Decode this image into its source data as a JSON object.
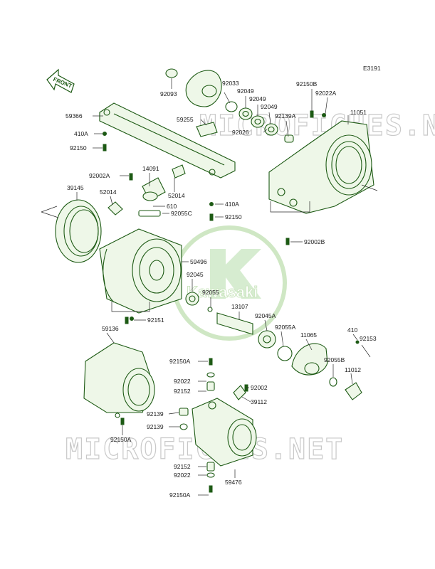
{
  "diagram": {
    "code": "E3191",
    "front_label": "FRONT",
    "watermark_text": "MICROFICHES.NET",
    "logo_text": "Kawasaki",
    "parts": [
      {
        "id": "92093",
        "text": "92093"
      },
      {
        "id": "92033",
        "text": "92033"
      },
      {
        "id": "92049a",
        "text": "92049"
      },
      {
        "id": "92049b",
        "text": "92049"
      },
      {
        "id": "92049c",
        "text": "92049"
      },
      {
        "id": "92150B",
        "text": "92150B"
      },
      {
        "id": "92022A",
        "text": "92022A"
      },
      {
        "id": "59366",
        "text": "59366"
      },
      {
        "id": "59255",
        "text": "59255"
      },
      {
        "id": "92026",
        "text": "92026"
      },
      {
        "id": "92139A",
        "text": "92139A"
      },
      {
        "id": "11051",
        "text": "11051"
      },
      {
        "id": "410A_top",
        "text": "410A"
      },
      {
        "id": "92150_top",
        "text": "92150"
      },
      {
        "id": "92002A",
        "text": "92002A"
      },
      {
        "id": "14091",
        "text": "14091"
      },
      {
        "id": "39145",
        "text": "39145"
      },
      {
        "id": "52014a",
        "text": "52014"
      },
      {
        "id": "52014b",
        "text": "52014"
      },
      {
        "id": "610",
        "text": "610"
      },
      {
        "id": "92055C",
        "text": "92055C"
      },
      {
        "id": "410A_mid",
        "text": "410A"
      },
      {
        "id": "92150_mid",
        "text": "92150"
      },
      {
        "id": "92002B",
        "text": "92002B"
      },
      {
        "id": "59496",
        "text": "59496"
      },
      {
        "id": "92045",
        "text": "92045"
      },
      {
        "id": "92055",
        "text": "92055"
      },
      {
        "id": "13107",
        "text": "13107"
      },
      {
        "id": "92045A",
        "text": "92045A"
      },
      {
        "id": "92151",
        "text": "92151"
      },
      {
        "id": "59136",
        "text": "59136"
      },
      {
        "id": "92055A",
        "text": "92055A"
      },
      {
        "id": "11065",
        "text": "11065"
      },
      {
        "id": "410",
        "text": "410"
      },
      {
        "id": "92153",
        "text": "92153"
      },
      {
        "id": "92055B",
        "text": "92055B"
      },
      {
        "id": "11012",
        "text": "11012"
      },
      {
        "id": "92150A_a",
        "text": "92150A"
      },
      {
        "id": "92022_a",
        "text": "92022"
      },
      {
        "id": "92002",
        "text": "92002"
      },
      {
        "id": "92152_a",
        "text": "92152"
      },
      {
        "id": "39112",
        "text": "39112"
      },
      {
        "id": "92139_a",
        "text": "92139"
      },
      {
        "id": "92139_b",
        "text": "92139"
      },
      {
        "id": "92150A_b",
        "text": "92150A"
      },
      {
        "id": "92152_b",
        "text": "92152"
      },
      {
        "id": "92022_b",
        "text": "92022"
      },
      {
        "id": "59476",
        "text": "59476"
      },
      {
        "id": "92150A_c",
        "text": "92150A"
      }
    ]
  }
}
